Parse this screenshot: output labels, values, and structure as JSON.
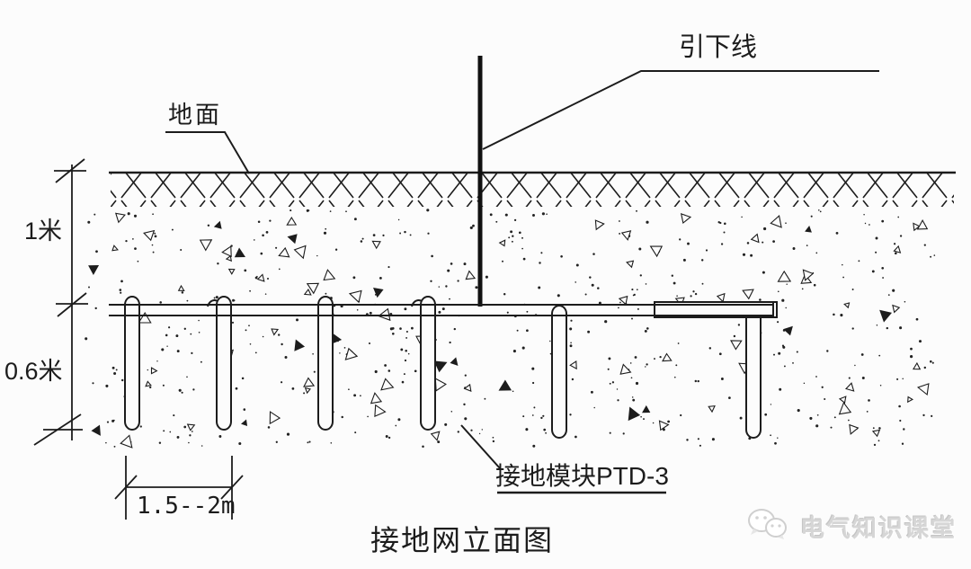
{
  "page": {
    "background": "#fcfcfc",
    "line_color": "#1c1c1c",
    "watermark_color": "#d6d6d6"
  },
  "diagram": {
    "title": "接地网立面图",
    "labels": {
      "down_conductor": "引下线",
      "ground_surface": "地面",
      "depth_top": "1米",
      "depth_bottom": "0.6米",
      "module_spacing": "1.5--2m",
      "ground_module": "接地模块PTD-3"
    }
  },
  "watermark": {
    "text": "电气知识课堂",
    "logo": "wechat-chat-bubbles-icon"
  }
}
